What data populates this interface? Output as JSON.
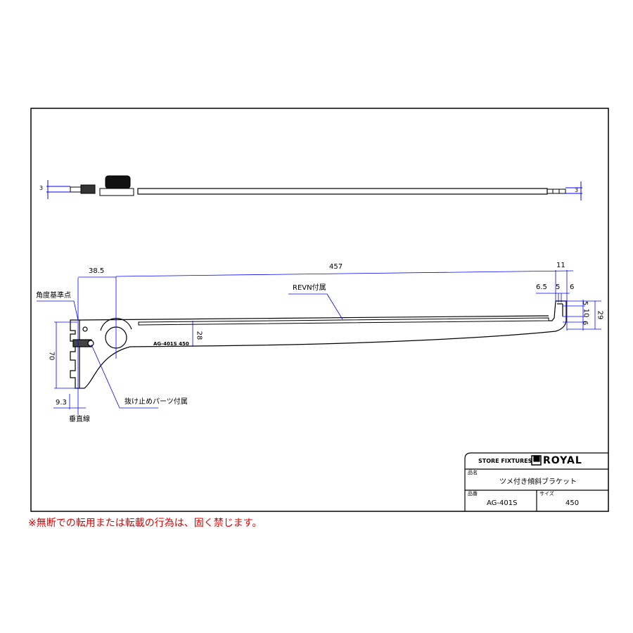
{
  "top_view": {
    "dim_left": "3",
    "dim_right": "3"
  },
  "side_view": {
    "dim_38_5": "38.5",
    "dim_457": "457",
    "dim_11": "11",
    "dim_6_5": "6.5",
    "dim_5_top": "5",
    "dim_6_top": "6",
    "dim_5_v": "5",
    "dim_10_v": "10",
    "dim_6_v": "6",
    "dim_29": "29",
    "dim_28": "28",
    "dim_70": "70",
    "dim_9_3": "9.3",
    "label_angle_ref": "角度基準点",
    "label_revn": "REVN付属",
    "label_stopper": "抜け止めパーツ付属",
    "label_vertical": "垂直線",
    "engraving": "AG-401S  450"
  },
  "title_block": {
    "company": "STORE FIXTURES",
    "brand": "ROYAL",
    "name_label": "品名",
    "name_value": "ツメ付き傾斜ブラケット",
    "part_label": "品番",
    "part_value": "AG-401S",
    "size_label": "サイズ",
    "size_value": "450"
  },
  "footer": {
    "warning": "※無断での転用または転載の行為は、固く禁じます。"
  },
  "colors": {
    "dimension": "#0000ff",
    "warning": "#e00000"
  }
}
